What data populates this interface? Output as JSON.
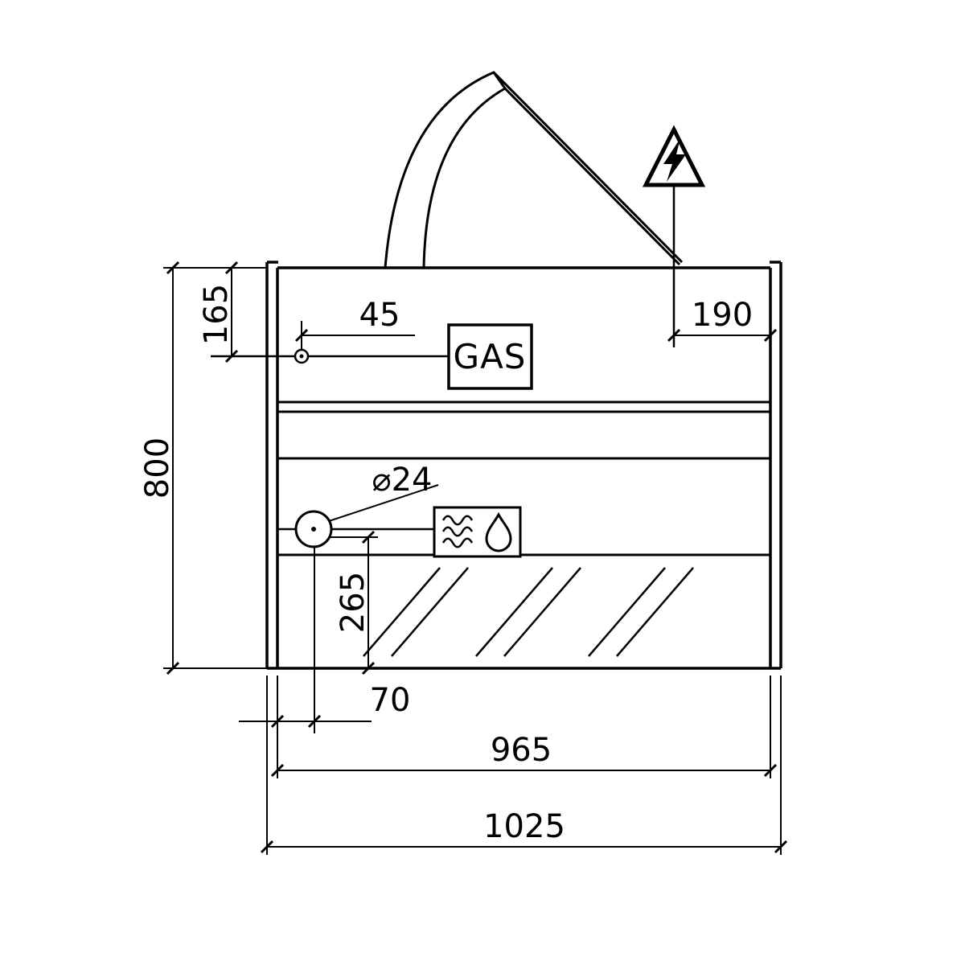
{
  "drawing": {
    "gas_label": "GAS",
    "drain_label": "⌀24",
    "dims": {
      "gas_height": "165",
      "total_height": "800",
      "gas_offset": "45",
      "power_offset": "190",
      "drain_height": "265",
      "drain_offset": "70",
      "inner_width": "965",
      "total_width": "1025"
    },
    "icons": {
      "hazard": "electrical-hazard-icon",
      "drain": "water-drain-icon"
    },
    "colors": {
      "line": "#000000",
      "background": "#ffffff"
    }
  }
}
